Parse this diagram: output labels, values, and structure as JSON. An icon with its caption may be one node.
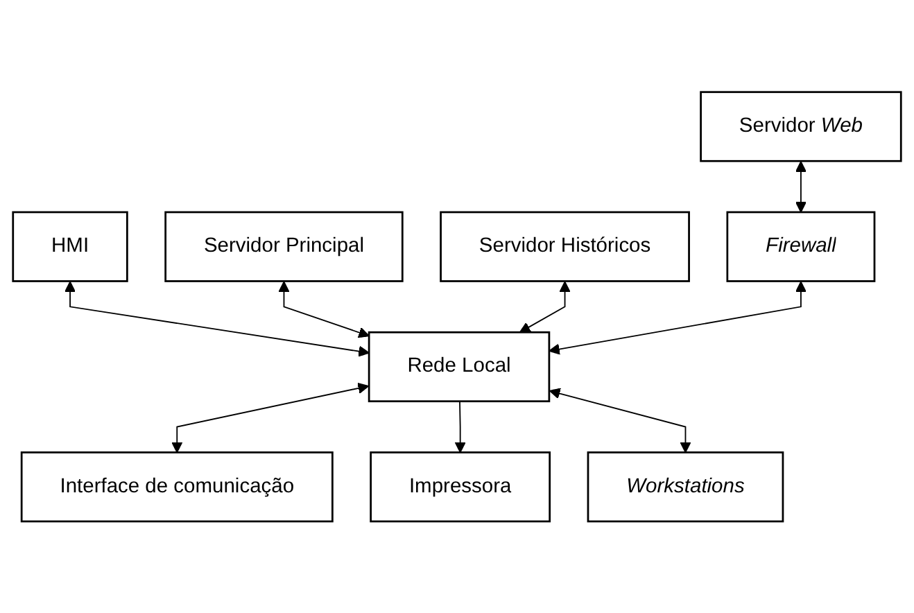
{
  "diagram": {
    "nodes": [
      {
        "text": [
          "HMI"
        ]
      },
      {
        "text": [
          "Servidor Principal"
        ]
      },
      {
        "text": [
          "Servidor Históricos"
        ]
      },
      {
        "text": [
          "Servidor *Web*"
        ]
      },
      {
        "text": [
          "Firewall"
        ]
      },
      {
        "text": [
          "Rede Local"
        ]
      },
      {
        "text": [
          "Interface de comunicação"
        ]
      },
      {
        "text": [
          "Impressora"
        ]
      },
      {
        "text": [
          "Workstations"
        ]
      }
    ],
    "edges": [
      {
        "from": 0,
        "to": 5,
        "arrow": "both"
      },
      {
        "from": 1,
        "to": 5,
        "arrow": "both"
      },
      {
        "from": 2,
        "to": 5,
        "arrow": "both"
      },
      {
        "from": 3,
        "to": 4,
        "arrow": "both"
      },
      {
        "from": 4,
        "to": 5,
        "arrow": "both"
      },
      {
        "from": 5,
        "to": 6,
        "arrow": "both"
      },
      {
        "from": 5,
        "to": 7,
        "arrow": "to"
      },
      {
        "from": 5,
        "to": 8,
        "arrow": "both"
      }
    ]
  }
}
